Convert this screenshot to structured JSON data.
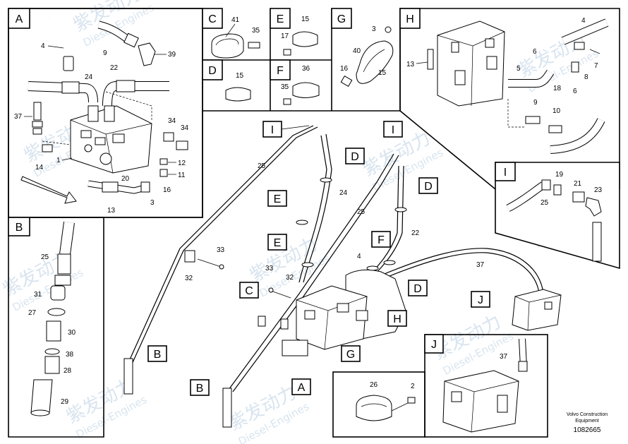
{
  "panels": {
    "A": "A",
    "B": "B",
    "C": "C",
    "D": "D",
    "E": "E",
    "F": "F",
    "G": "G",
    "H": "H",
    "I": "I",
    "J": "J"
  },
  "callouts": {
    "main": [
      "I",
      "I",
      "D",
      "D",
      "E",
      "E",
      "F",
      "C",
      "H",
      "G",
      "A",
      "B",
      "B",
      "J",
      "D"
    ]
  },
  "numbers": {
    "a": [
      "4",
      "9",
      "39",
      "24",
      "22",
      "37",
      "34",
      "34",
      "1",
      "14",
      "12",
      "11",
      "16",
      "20",
      "3",
      "13"
    ],
    "b": [
      "25",
      "31",
      "27",
      "30",
      "38",
      "28",
      "29"
    ],
    "c": [
      "41",
      "35"
    ],
    "d": [
      "15"
    ],
    "e": [
      "15",
      "17"
    ],
    "f": [
      "36",
      "35"
    ],
    "g": [
      "3",
      "40",
      "16",
      "15"
    ],
    "h": [
      "4",
      "13",
      "6",
      "5",
      "7",
      "8",
      "18",
      "6",
      "9",
      "10"
    ],
    "i": [
      "19",
      "21",
      "23",
      "25"
    ],
    "main": [
      "25",
      "24",
      "25",
      "22",
      "4",
      "37",
      "33",
      "32",
      "33",
      "32"
    ],
    "j": [
      "37"
    ],
    "clamp": [
      "26",
      "2"
    ]
  },
  "footer": {
    "line1": "Volvo Construction",
    "line2": "Equipment",
    "code": "1082665"
  },
  "watermark": {
    "brand": "紫发动力",
    "sub": "Diesel-Engines"
  }
}
